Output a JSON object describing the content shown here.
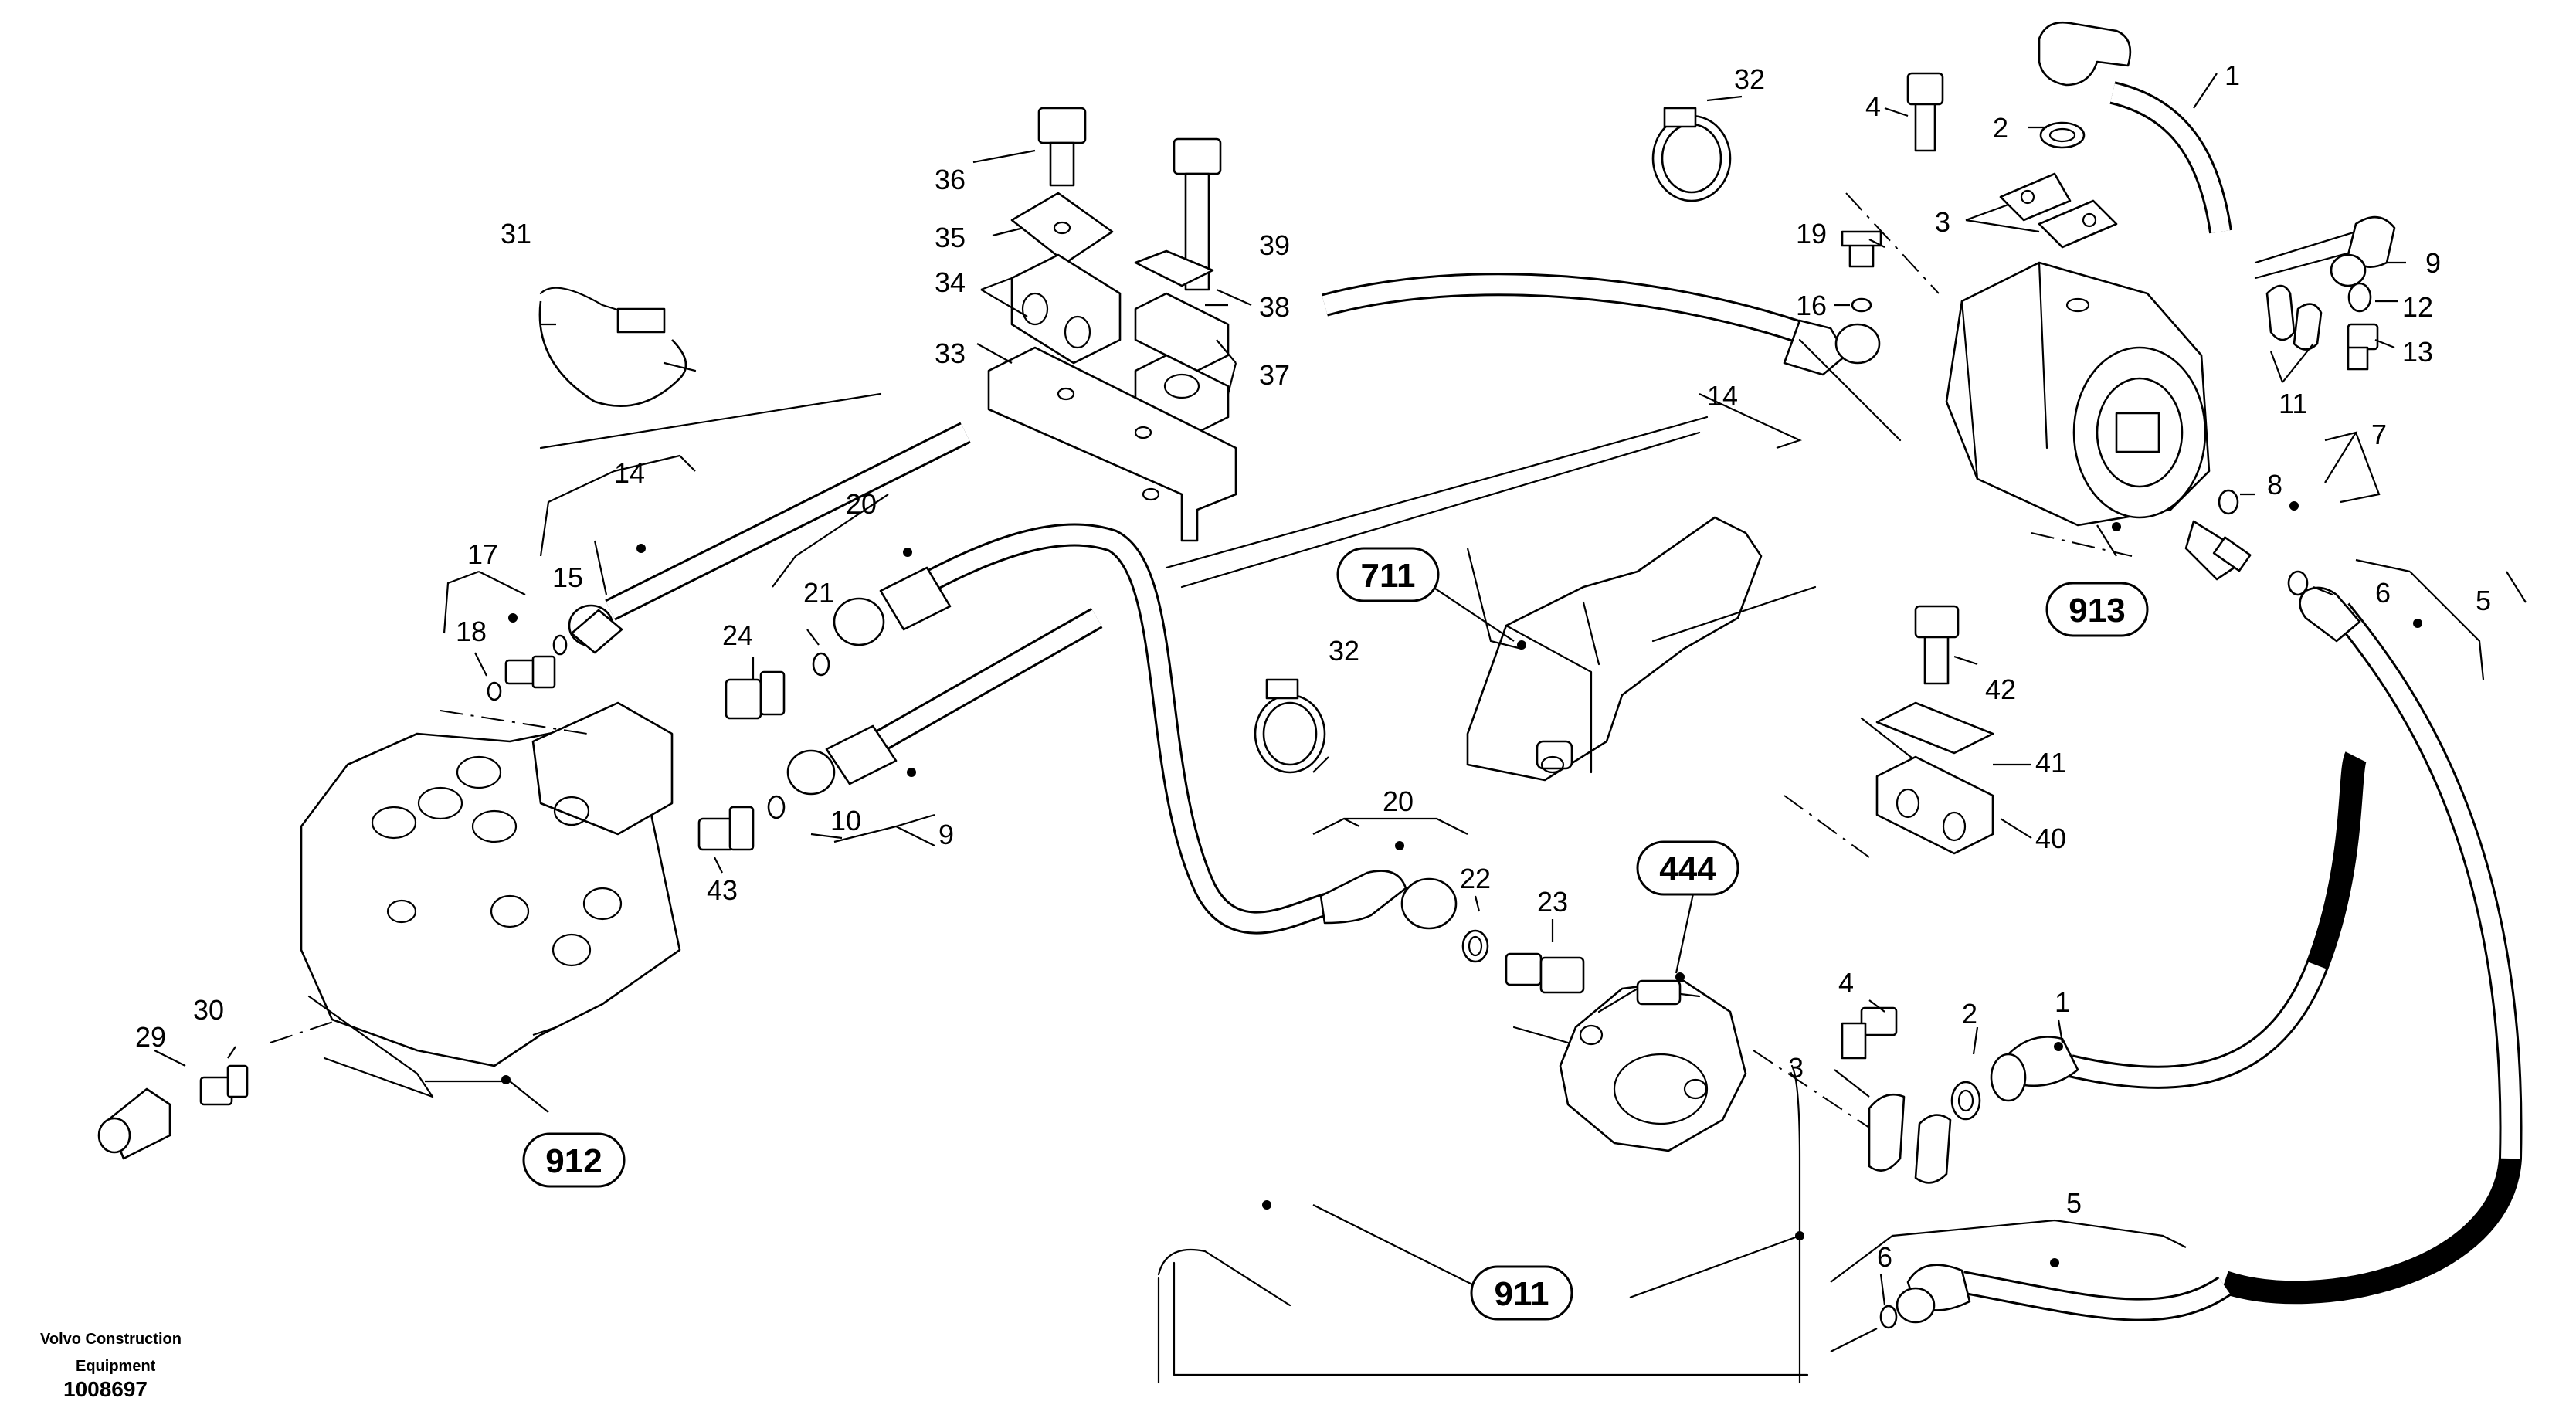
{
  "labels": {
    "l1a": "1",
    "l1b": "1",
    "l2a": "2",
    "l2b": "2",
    "l3a": "3",
    "l3b": "3",
    "l4a": "4",
    "l4b": "4",
    "l5a": "5",
    "l5b": "5",
    "l6a": "6",
    "l6b": "6",
    "l7": "7",
    "l8": "8",
    "l9a": "9",
    "l9b": "9",
    "l10": "10",
    "l11": "11",
    "l12": "12",
    "l13": "13",
    "l14a": "14",
    "l14b": "14",
    "l15": "15",
    "l16": "16",
    "l17": "17",
    "l18": "18",
    "l19": "19",
    "l20a": "20",
    "l20b": "20",
    "l21": "21",
    "l22": "22",
    "l23": "23",
    "l24": "24",
    "l29": "29",
    "l30": "30",
    "l31": "31",
    "l32a": "32",
    "l32b": "32",
    "l33": "33",
    "l34": "34",
    "l35": "35",
    "l36": "36",
    "l37": "37",
    "l38": "38",
    "l39": "39",
    "l40": "40",
    "l41": "41",
    "l42": "42",
    "l43": "43"
  },
  "references": {
    "r711": "711",
    "r913": "913",
    "r444": "444",
    "r912": "912",
    "r911": "911"
  },
  "footer": {
    "brand_line1": "Volvo Construction",
    "brand_line2": "Equipment",
    "drawing_number": "1008697"
  }
}
